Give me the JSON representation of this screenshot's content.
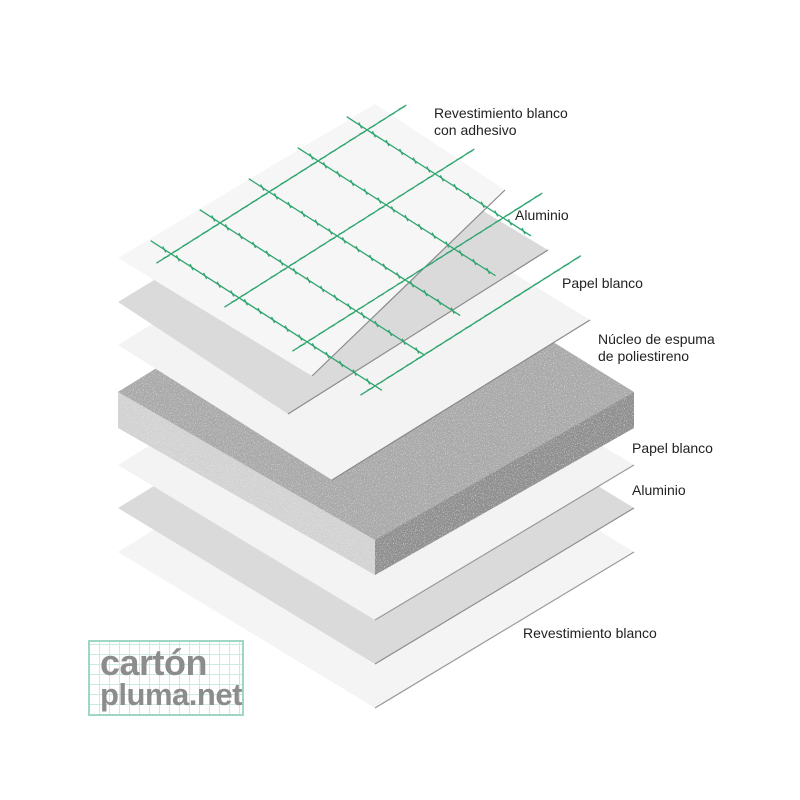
{
  "layers": [
    {
      "id": "revestimiento-adhesivo",
      "label_lines": [
        "Revestimiento blanco",
        "con adhesivo"
      ]
    },
    {
      "id": "aluminio-top",
      "label_lines": [
        "Aluminio"
      ]
    },
    {
      "id": "papel-top",
      "label_lines": [
        "Papel blanco"
      ]
    },
    {
      "id": "nucleo",
      "label_lines": [
        "Núcleo de espuma",
        "de poliestireno"
      ]
    },
    {
      "id": "papel-bottom",
      "label_lines": [
        "Papel blanco"
      ]
    },
    {
      "id": "aluminio-bottom",
      "label_lines": [
        "Aluminio"
      ]
    },
    {
      "id": "revestimiento-bottom",
      "label_lines": [
        "Revestimiento blanco"
      ]
    }
  ],
  "colors": {
    "grid_green": "#2fa56f",
    "foam": "#a9a9a9",
    "aluminio": "#dadada",
    "papel": "#f3f3f3",
    "logo_border": "#9fd6c6",
    "logo_text": "#8c8c8c"
  },
  "logo": {
    "line1": "cartón",
    "line2": "pluma.net"
  }
}
